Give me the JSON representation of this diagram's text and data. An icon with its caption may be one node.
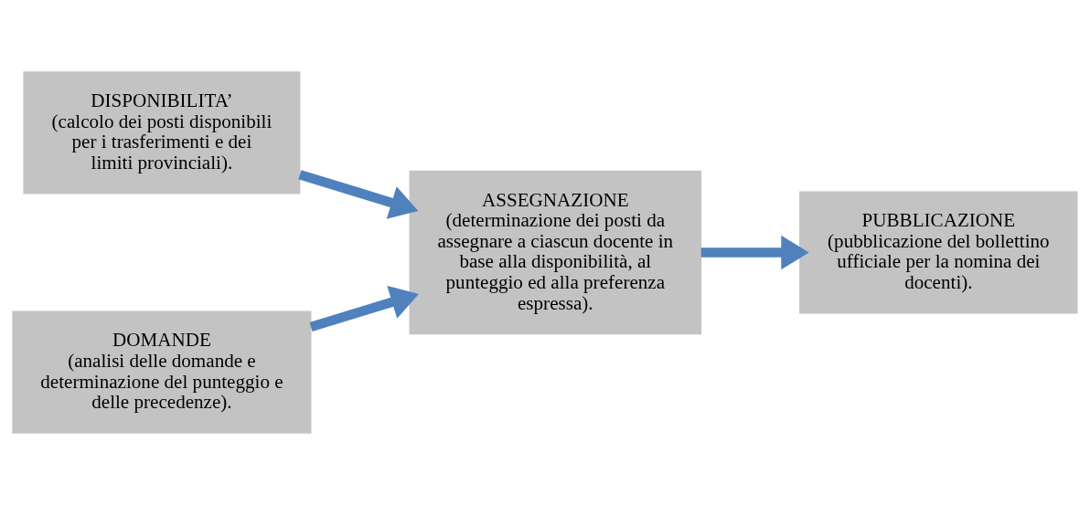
{
  "diagram": {
    "nodes": [
      {
        "text": [
          "DISPONIBILITA’",
          "(calcolo dei posti disponibili per i trasferimenti e dei limiti provinciali)."
        ]
      },
      {
        "text": [
          "ASSEGNAZIONE",
          "(determinazione dei posti da assegnare a ciascun docente in base alla disponibilità, al punteggio ed alla preferenza espressa)."
        ]
      },
      {
        "text": [
          "PUBBLICAZIONE",
          "(pubblicazione del bollettino ufficiale per la nomina dei docenti)."
        ]
      },
      {
        "text": [
          "DOMANDE",
          "(analisi delle domande e determinazione del punteggio e delle precedenze)."
        ]
      }
    ],
    "edges": [
      {
        "from": 0,
        "to": 1,
        "arrow": "to"
      },
      {
        "from": 1,
        "to": 2,
        "arrow": "to"
      },
      {
        "from": 3,
        "to": 1,
        "arrow": "to"
      }
    ]
  }
}
